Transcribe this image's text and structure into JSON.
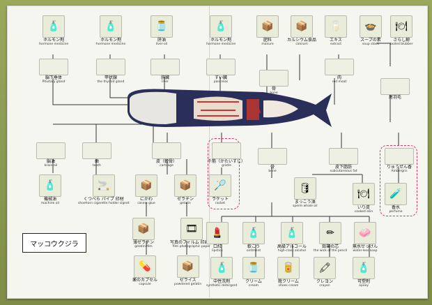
{
  "title": "マッコウクジラ",
  "top_row": [
    {
      "id": "hormone1",
      "ja": "ホルモン剤",
      "en": "hormone medicine",
      "icon": "bottle-icon"
    },
    {
      "id": "hormone2",
      "ja": "ホルモン剤",
      "en": "hormone medicine",
      "icon": "bottle-icon"
    },
    {
      "id": "liveroil",
      "ja": "肝油",
      "en": "liver-oil",
      "icon": "jar-icon"
    },
    {
      "id": "hormone3",
      "ja": "ホルモン剤",
      "en": "hormone medicine",
      "icon": "bottle-icon"
    },
    {
      "id": "fertilizer",
      "ja": "肥料",
      "en": "manure",
      "icon": "box-icon"
    },
    {
      "id": "calcium",
      "ja": "カルシウム食品",
      "en": "calcium",
      "icon": "box-icon"
    },
    {
      "id": "extract",
      "ja": "エキス",
      "en": "extract",
      "icon": "carton-icon"
    },
    {
      "id": "soup",
      "ja": "スープの素",
      "en": "soup stock",
      "icon": "package-icon"
    },
    {
      "id": "sarashi",
      "ja": "さらし鯨",
      "en": "boiled blubber",
      "icon": "plate-icon"
    }
  ],
  "parts_top": [
    {
      "id": "pituitary",
      "ja": "脳下垂体",
      "en": "Pituitary gland"
    },
    {
      "id": "thyroid",
      "ja": "甲状腺",
      "en": "the thyroid gland"
    },
    {
      "id": "liver",
      "ja": "肝臓",
      "en": "liver"
    },
    {
      "id": "pancreas",
      "ja": "すい臓",
      "en": "pancreas"
    },
    {
      "id": "bone_top",
      "ja": "骨",
      "en": "bone"
    },
    {
      "id": "redmeat",
      "ja": "肉",
      "en": "red meat"
    },
    {
      "id": "tail",
      "ja": "尾羽毛",
      "en": ""
    }
  ],
  "parts_bottom": [
    {
      "id": "brainoil",
      "ja": "脳油",
      "en": "brain-oil"
    },
    {
      "id": "tooth",
      "ja": "歯",
      "en": "tooth"
    },
    {
      "id": "cartilage",
      "ja": "皮（軟骨）",
      "en": "cartilage"
    },
    {
      "id": "gristle",
      "ja": "千筋（かたいすじ）",
      "en": "gristle"
    },
    {
      "id": "bone",
      "ja": "骨",
      "en": "bone"
    },
    {
      "id": "subfat",
      "ja": "皮下脂肪",
      "en": "subcutaneous fat"
    },
    {
      "id": "ambergris",
      "ja": "りゅうぜん香",
      "en": "Ambergris"
    }
  ],
  "products_mid": [
    {
      "id": "machineoil",
      "ja": "機械油",
      "en": "machine oil",
      "icon": "bottle-icon"
    },
    {
      "id": "pipe",
      "ja": "くつべら パイプ 印材",
      "en": "shoehorn cigarette holder signet",
      "icon": "pipe-icon"
    },
    {
      "id": "nikawa",
      "ja": "にかわ",
      "en": "casein glue",
      "icon": "box-icon"
    },
    {
      "id": "gelatin",
      "ja": "ゼラチン",
      "en": "gelatin",
      "icon": "box-icon"
    },
    {
      "id": "racket",
      "ja": "ラケット",
      "en": "racket",
      "icon": "racket-icon"
    },
    {
      "id": "spermoil",
      "ja": "まっこう油",
      "en": "sperm whale oil",
      "icon": "drum-icon"
    },
    {
      "id": "iriwari",
      "ja": "いり皮",
      "en": "cooked skin",
      "icon": "plate-icon"
    },
    {
      "id": "perfume",
      "ja": "香水",
      "en": "perfume",
      "icon": "perfume-icon"
    }
  ],
  "products_low": [
    {
      "id": "gelatinfilm",
      "ja": "薄ゼラチン",
      "en": "gelatin film",
      "icon": "box-icon"
    },
    {
      "id": "photofilm",
      "ja": "写真のフィルム 印画紙",
      "en": "film photographic paper",
      "icon": "film-icon"
    },
    {
      "id": "lipstick",
      "ja": "口紅",
      "en": "lipstick",
      "icon": "lipstick-icon"
    },
    {
      "id": "ointment",
      "ja": "軟こう",
      "en": "ointment",
      "icon": "tube-icon"
    },
    {
      "id": "alcohol",
      "ja": "高級アルコール",
      "en": "high-class alcohol",
      "icon": "bottle-icon"
    },
    {
      "id": "pencil",
      "ja": "鉛筆の芯",
      "en": "the wick of the pencil",
      "icon": "pencil-icon"
    },
    {
      "id": "soap",
      "ja": "無水せっけん",
      "en": "water-less soap",
      "icon": "soap-icon"
    }
  ],
  "products_bottom": [
    {
      "id": "capsule",
      "ja": "薬のカプセル",
      "en": "capsule",
      "icon": "capsule-icon"
    },
    {
      "id": "powdergel",
      "ja": "ゼライス",
      "en": "powdered gelatin",
      "icon": "box-icon"
    },
    {
      "id": "detergent",
      "ja": "中性洗剤",
      "en": "synthetic detergent",
      "icon": "bottle-icon"
    },
    {
      "id": "cream",
      "ja": "クリーム",
      "en": "cream",
      "icon": "jar-icon"
    },
    {
      "id": "shoecream",
      "ja": "靴クリーム",
      "en": "shoes cream",
      "icon": "tin-icon"
    },
    {
      "id": "crayon",
      "ja": "クレヨン",
      "en": "crayon",
      "icon": "crayon-icon"
    },
    {
      "id": "epoxy",
      "ja": "可塑剤",
      "en": "epoxy",
      "icon": "bottle-icon"
    }
  ]
}
